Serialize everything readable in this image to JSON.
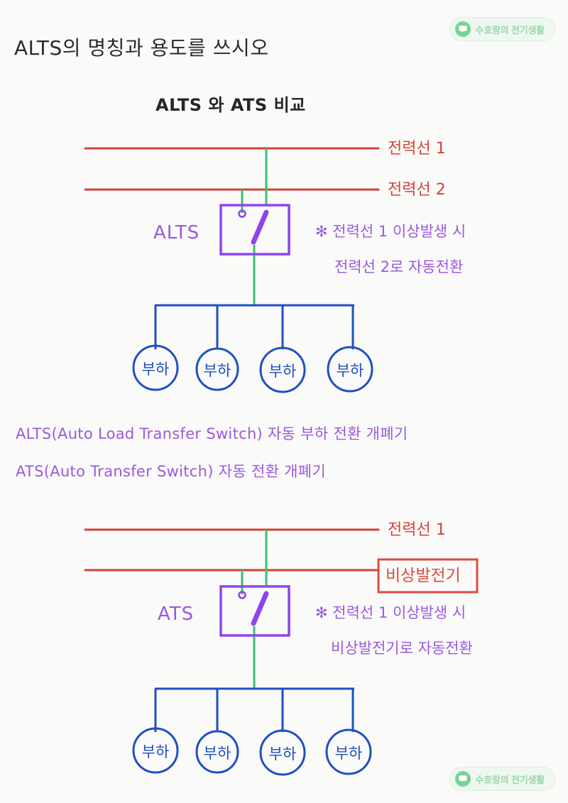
{
  "document": {
    "title": "ALTS의 명칭과 용도를 쓰시오",
    "subtitle": "ALTS 와 ATS 비교",
    "background_color": "#fafaf8"
  },
  "watermark": {
    "text": "수호랑의 전기생활",
    "icon": "speech-bubble-icon",
    "color": "#8fd3a6",
    "badge_background": "#eef8f0"
  },
  "colors": {
    "power_line_red": "#d0433c",
    "switch_purple": "#8e44ec",
    "load_blue": "#1f4fc4",
    "feeder_green": "#3fbf6f",
    "text_purple": "#9b59e0",
    "generator_red": "#e04a42"
  },
  "definitions": [
    {
      "id": "alts",
      "text": "ALTS(Auto Load Transfer Switch) 자동 부하 전환 개폐기"
    },
    {
      "id": "ats",
      "text": "ATS(Auto Transfer Switch) 자동 전환 개폐기"
    }
  ],
  "diagrams": [
    {
      "id": "alts-diagram",
      "switch_label": "ALTS",
      "source_top_label": "전력선 1",
      "source_bottom_label": "전력선 2",
      "note_line1": "✻ 전력선 1 이상발생 시",
      "note_line2": "전력선 2로 자동전환",
      "generator_box": null,
      "loads": [
        "부하",
        "부하",
        "부하",
        "부하"
      ]
    },
    {
      "id": "ats-diagram",
      "switch_label": "ATS",
      "source_top_label": "전력선 1",
      "source_bottom_label": "",
      "note_line1": "✻ 전력선 1 이상발생 시",
      "note_line2": "비상발전기로 자동전환",
      "generator_box": "비상발전기",
      "loads": [
        "부하",
        "부하",
        "부하",
        "부하"
      ]
    }
  ]
}
